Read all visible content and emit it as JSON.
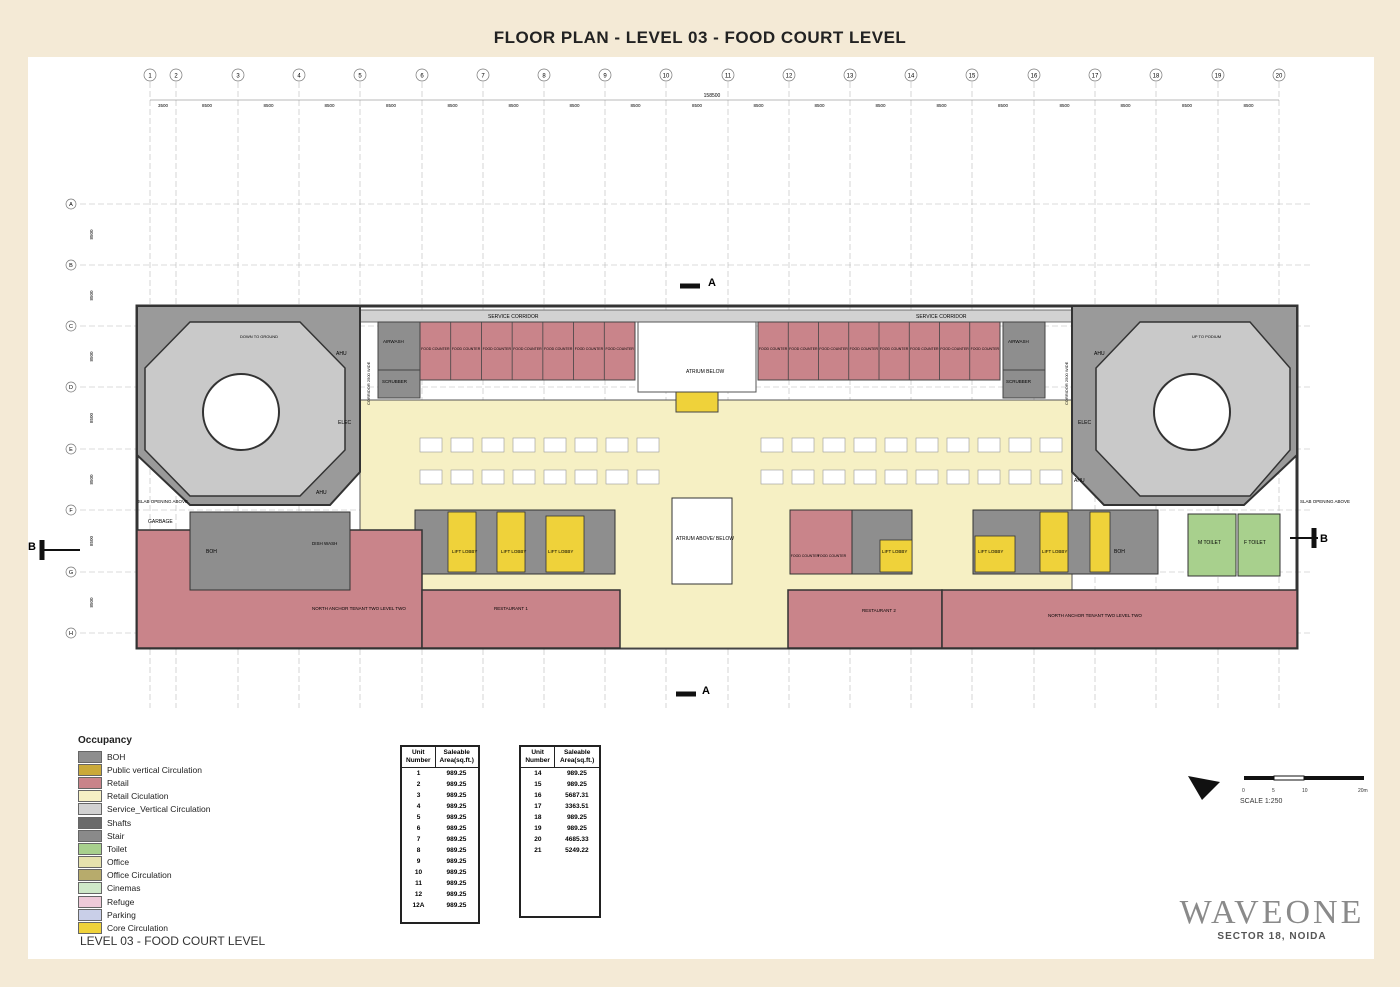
{
  "title": "FLOOR PLAN - LEVEL 03 - FOOD COURT LEVEL",
  "grid": {
    "columns": [
      "1",
      "2",
      "3",
      "4",
      "5",
      "6",
      "7",
      "8",
      "9",
      "10",
      "11",
      "12",
      "13",
      "14",
      "15",
      "16",
      "17",
      "18",
      "19",
      "20"
    ],
    "rows": [
      "A",
      "B",
      "C",
      "D",
      "E",
      "F",
      "G",
      "H"
    ],
    "overall_dimension": "158500",
    "spacings": [
      "3500",
      "8500",
      "8500",
      "8500",
      "8500",
      "8500",
      "8500",
      "8500",
      "8500",
      "8500",
      "8500",
      "8500",
      "8500",
      "8500",
      "8500",
      "8500",
      "8500",
      "8500",
      "8500"
    ],
    "row_spacing": "8500"
  },
  "section_marks": {
    "a": "A",
    "b": "B"
  },
  "plan_labels": {
    "service_corridor": "SERVICE CORRIDOR",
    "atrium_below": "ATRIUM BELOW",
    "atrium_above_below": "ATRIUM ABOVE/ BELOW",
    "food_counter": "FOOD COUNTER",
    "lift_lobby": "LIFT LOBBY",
    "scrubber": "SCRUBBER",
    "airwash": "AIRWASH",
    "ahu": "AHU",
    "elec": "ELEC",
    "boh": "BOH",
    "garbage": "GARBAGE",
    "dish_wash": "DISH WASH",
    "slab_opening": "SLAB OPENING ABOVE",
    "down_to_ground": "DOWN TO GROUND",
    "up_to_podium": "UP TO PODIUM",
    "m_toilet": "M TOILET",
    "f_toilet": "F TOILET",
    "corridor_wide": "CORRIDOR 2500 WIDE",
    "north_anchor": "NORTH ANCHOR TENANT TWO LEVEL TWO",
    "restaurant_1": "RESTAURANT 1",
    "restaurant_2": "RESTAURANT 2"
  },
  "legend": {
    "title": "Occupancy",
    "items": [
      {
        "label": "BOH",
        "color": "#8e8e8e"
      },
      {
        "label": "Public vertical Circulation",
        "color": "#c9a93a"
      },
      {
        "label": "Retail",
        "color": "#c9848a"
      },
      {
        "label": "Retail Ciculation",
        "color": "#f6f0c4"
      },
      {
        "label": "Service_Vertical Circulation",
        "color": "#d2d2d2"
      },
      {
        "label": "Shafts",
        "color": "#6a6a6a"
      },
      {
        "label": "Stair",
        "color": "#8a8a8a"
      },
      {
        "label": "Toilet",
        "color": "#a8d08d"
      },
      {
        "label": "Office",
        "color": "#e6e2ad"
      },
      {
        "label": "Office Circulation",
        "color": "#b7ab6c"
      },
      {
        "label": "Cinemas",
        "color": "#cfe8c8"
      },
      {
        "label": "Refuge",
        "color": "#eec9d8"
      },
      {
        "label": "Parking",
        "color": "#c9cfe8"
      },
      {
        "label": "Core Circulation",
        "color": "#efd23a"
      }
    ]
  },
  "level_label": "LEVEL 03 - FOOD COURT LEVEL",
  "table_header": {
    "unit": "Unit Number",
    "area": "Saleable Area(sq.ft.)"
  },
  "table1": [
    {
      "unit": "1",
      "area": "989.25"
    },
    {
      "unit": "2",
      "area": "989.25"
    },
    {
      "unit": "3",
      "area": "989.25"
    },
    {
      "unit": "4",
      "area": "989.25"
    },
    {
      "unit": "5",
      "area": "989.25"
    },
    {
      "unit": "6",
      "area": "989.25"
    },
    {
      "unit": "7",
      "area": "989.25"
    },
    {
      "unit": "8",
      "area": "989.25"
    },
    {
      "unit": "9",
      "area": "989.25"
    },
    {
      "unit": "10",
      "area": "989.25"
    },
    {
      "unit": "11",
      "area": "989.25"
    },
    {
      "unit": "12",
      "area": "989.25"
    },
    {
      "unit": "12A",
      "area": "989.25"
    }
  ],
  "table2": [
    {
      "unit": "14",
      "area": "989.25"
    },
    {
      "unit": "15",
      "area": "989.25"
    },
    {
      "unit": "16",
      "area": "5687.31"
    },
    {
      "unit": "17",
      "area": "3363.51"
    },
    {
      "unit": "18",
      "area": "989.25"
    },
    {
      "unit": "19",
      "area": "989.25"
    },
    {
      "unit": "20",
      "area": "4685.33"
    },
    {
      "unit": "21",
      "area": "5249.22"
    }
  ],
  "scale": {
    "label": "SCALE 1:250",
    "ticks": [
      "0",
      "5",
      "10",
      "20m"
    ]
  },
  "brand": {
    "name": "WAVEONE",
    "sub": "SECTOR 18, NOIDA"
  },
  "colors": {
    "retail": "#c9848a",
    "circulation": "#f6f0c4",
    "boh": "#8e8e8e",
    "core": "#efd23a",
    "toilet": "#a8d08d",
    "grid": "#b8b8b8"
  }
}
